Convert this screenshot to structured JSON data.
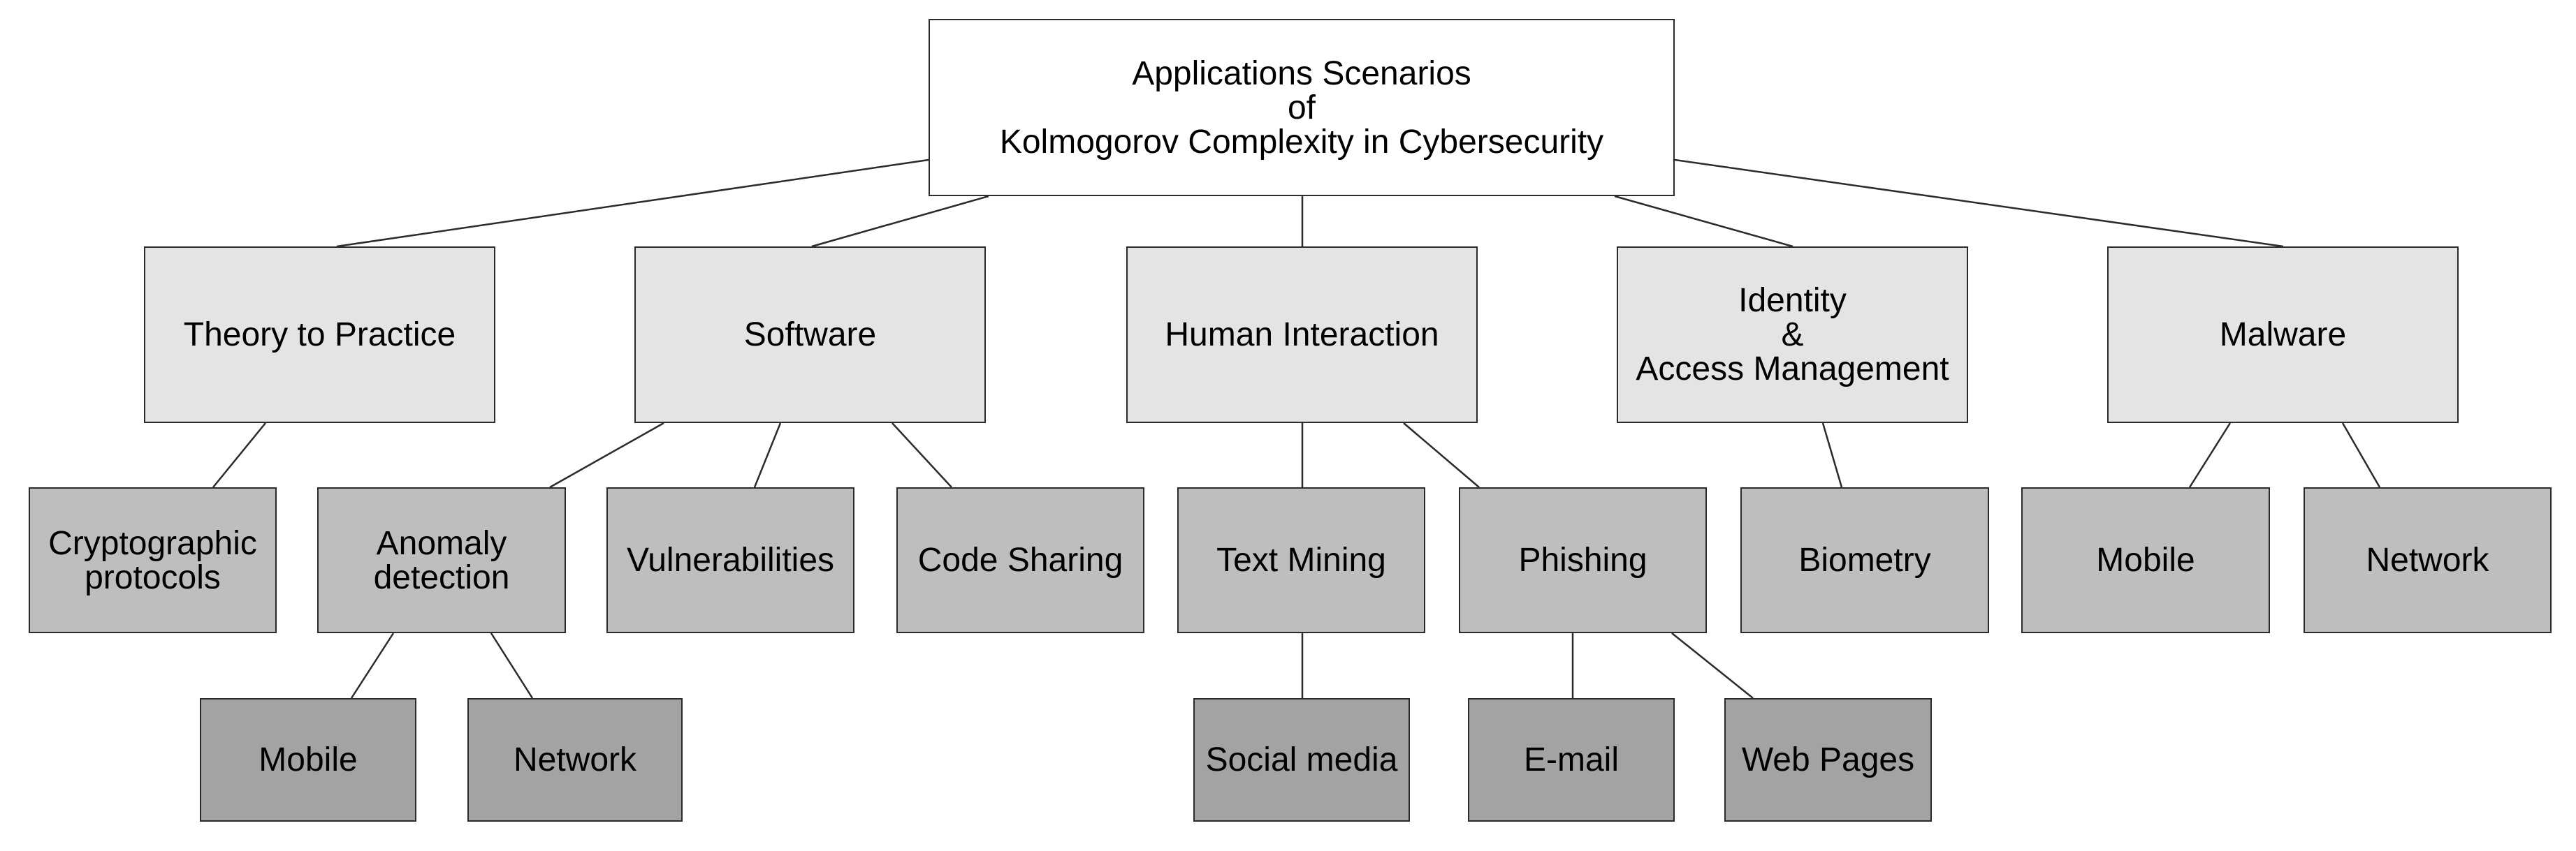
{
  "colors": {
    "root_fill": "#ffffff",
    "level1_fill": "#e4e4e4",
    "level2_fill": "#bebebe",
    "level3_fill": "#a3a3a3",
    "border": "#2b2b2b",
    "edge": "#2b2b2b"
  },
  "tree": {
    "root": "Applications Scenarios\nof\nKolmogorov Complexity in Cybersecurity",
    "theory": "Theory to Practice",
    "software": "Software",
    "human": "Human Interaction",
    "identity": "Identity\n&\nAccess Management",
    "malware": "Malware",
    "crypto": "Cryptographic\nprotocols",
    "anomaly": "Anomaly\ndetection",
    "vulns": "Vulnerabilities",
    "codeshare": "Code Sharing",
    "textmining": "Text Mining",
    "phishing": "Phishing",
    "biometry": "Biometry",
    "mal_mobile": "Mobile",
    "mal_network": "Network",
    "ano_mobile": "Mobile",
    "ano_network": "Network",
    "social": "Social media",
    "email": "E-mail",
    "webpages": "Web Pages"
  }
}
